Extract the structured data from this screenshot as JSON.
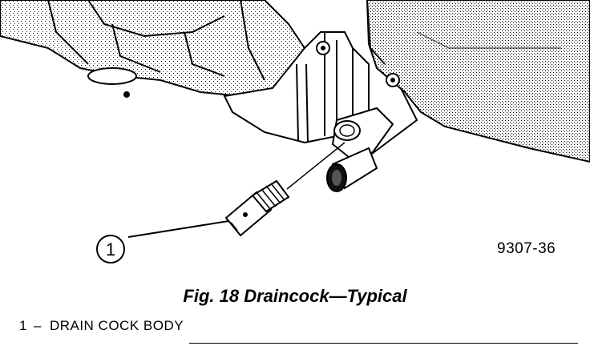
{
  "figure": {
    "callout_number": "1",
    "figure_code": "9307-36",
    "caption": "Fig. 18 Draincock—Typical"
  },
  "legend": [
    {
      "number": "1",
      "dash": "–",
      "text": "DRAIN COCK BODY"
    }
  ]
}
